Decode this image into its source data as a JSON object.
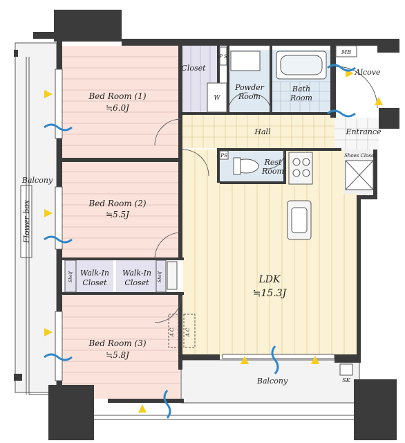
{
  "rooms": {
    "bed1": {
      "name": "Bed Room (1)",
      "size": "≒6.0J"
    },
    "bed2": {
      "name": "Bed Room (2)",
      "size": "≒5.5J"
    },
    "bed3": {
      "name": "Bed Room (3)",
      "size": "≒5.8J"
    },
    "ldk": {
      "name": "LDK",
      "size": "≒15.3J"
    },
    "closet": "Closet",
    "ps": "P S",
    "powder": [
      "Powder",
      "Room"
    ],
    "bath": [
      "Bath",
      "Room"
    ],
    "mb": "MB",
    "alcove": "Alcove",
    "w": "W",
    "hall": "Hall",
    "entrance": "Entrance",
    "shoes_closet": "Shoes Closet",
    "ps2": "PS",
    "rest": [
      "Rest",
      "Room"
    ],
    "walkin1": [
      "Walk-In",
      "Closet"
    ],
    "walkin2": [
      "Walk-In",
      "Closet"
    ],
    "shelf1": "Shelf",
    "shelf2": "Shelf",
    "ac1": "A C",
    "ac2": "A C",
    "balcony_left": "Balcony",
    "flower_box": "Flower box",
    "balcony_bottom": "Balcony",
    "sk": "SK"
  },
  "colors": {
    "bedroom": "#fbe3dc",
    "ldk": "#fbf1d4",
    "wet": "#dfe9f2",
    "closet": "#e4e2ef",
    "wall": "#3b3b3b",
    "balcony": "#f3f3f3",
    "wind_yellow": "#f6cf1e",
    "wind_blue": "#2f86c9"
  }
}
